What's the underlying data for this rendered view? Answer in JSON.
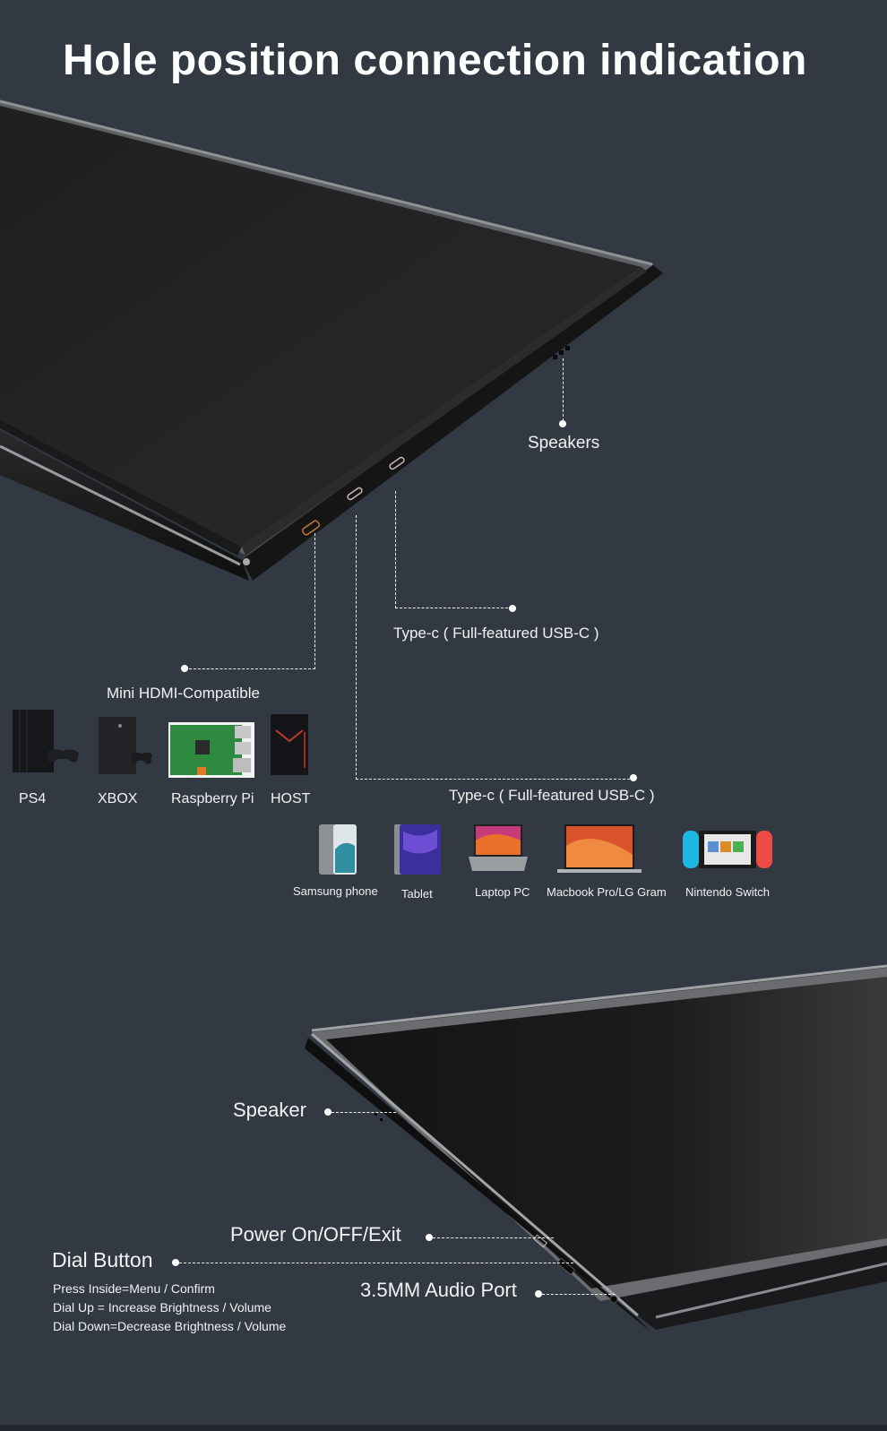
{
  "title": "Hole position connection indication",
  "top_monitor": {
    "callouts": {
      "speakers": "Speakers",
      "typec_1": "Type-c ( Full-featured USB-C )",
      "mini_hdmi": "Mini HDMI-Compatible",
      "typec_2": "Type-c ( Full-featured USB-C )"
    }
  },
  "hdmi_devices": [
    {
      "label": "PS4",
      "icon": "ps4-console-icon"
    },
    {
      "label": "XBOX",
      "icon": "xbox-console-icon"
    },
    {
      "label": "Raspberry Pi",
      "icon": "raspberry-pi-board-icon"
    },
    {
      "label": "HOST",
      "icon": "desktop-tower-icon"
    }
  ],
  "usbc_devices": [
    {
      "label": "Samsung phone",
      "icon": "smartphone-icon"
    },
    {
      "label": "Tablet",
      "icon": "tablet-icon"
    },
    {
      "label": "Laptop PC",
      "icon": "laptop-icon"
    },
    {
      "label": "Macbook Pro/LG Gram",
      "icon": "macbook-icon"
    },
    {
      "label": "Nintendo Switch",
      "icon": "nintendo-switch-icon"
    }
  ],
  "bottom_monitor": {
    "callouts": {
      "speaker": "Speaker",
      "power": "Power On/OFF/Exit",
      "dial": "Dial Button",
      "audio": "3.5MM Audio Port"
    },
    "dial_instructions": [
      "Press Inside=Menu / Confirm",
      "Dial Up = Increase Brightness / Volume",
      "Dial Down=Decrease Brightness / Volume"
    ]
  },
  "colors": {
    "background": "#323943",
    "screen": "#222222",
    "bezel": "#8a8c90",
    "hdmi_port": "#c07a3a"
  }
}
